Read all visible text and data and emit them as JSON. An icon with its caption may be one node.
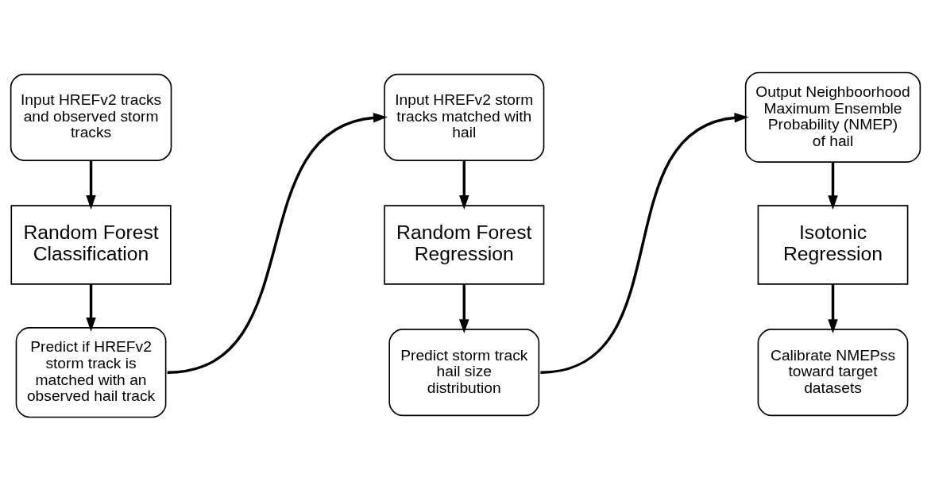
{
  "diagram": {
    "nodes": [
      {
        "text": [
          "Input HREFv2 tracks and observed storm tracks"
        ]
      },
      {
        "text": [
          "Random Forest Classification"
        ]
      },
      {
        "text": [
          "Predict if HREFv2 storm track is matched with an observed hail track"
        ]
      },
      {
        "text": [
          "Input HREFv2 storm tracks matched with hail"
        ]
      },
      {
        "text": [
          "Random Forest Regression"
        ]
      },
      {
        "text": [
          "Predict storm track hail size distribution"
        ]
      },
      {
        "text": [
          "Output Neighboorhood Maximum Ensemble Probability (NMEP) of hail"
        ]
      },
      {
        "text": [
          "Isotonic Regression"
        ]
      },
      {
        "text": [
          "Calibrate NMEPss toward target datasets"
        ]
      }
    ],
    "edges": [
      {
        "from": 0,
        "to": 1,
        "arrow": "to"
      },
      {
        "from": 1,
        "to": 2,
        "arrow": "to"
      },
      {
        "from": 2,
        "to": 3,
        "arrow": "to"
      },
      {
        "from": 3,
        "to": 4,
        "arrow": "to"
      },
      {
        "from": 4,
        "to": 5,
        "arrow": "to"
      },
      {
        "from": 5,
        "to": 6,
        "arrow": "to"
      },
      {
        "from": 6,
        "to": 7,
        "arrow": "to"
      },
      {
        "from": 7,
        "to": 8,
        "arrow": "to"
      }
    ]
  }
}
